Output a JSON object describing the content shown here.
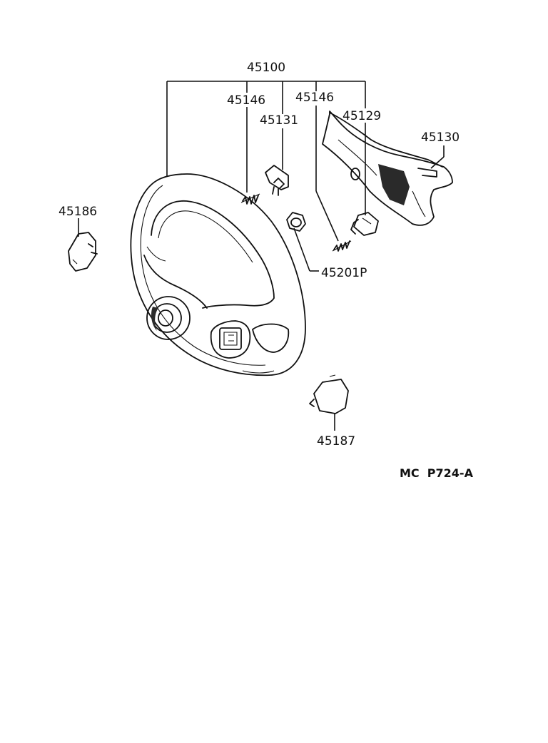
{
  "labels": {
    "assembly": "45100",
    "spring_left": "45146",
    "spring_right": "45146",
    "bracket": "45131",
    "cover_part": "45129",
    "pad": "45130",
    "cap_left": "45186",
    "nut": "45201P",
    "cap_bottom": "45187"
  },
  "diagram_code": "MC  P724-A"
}
